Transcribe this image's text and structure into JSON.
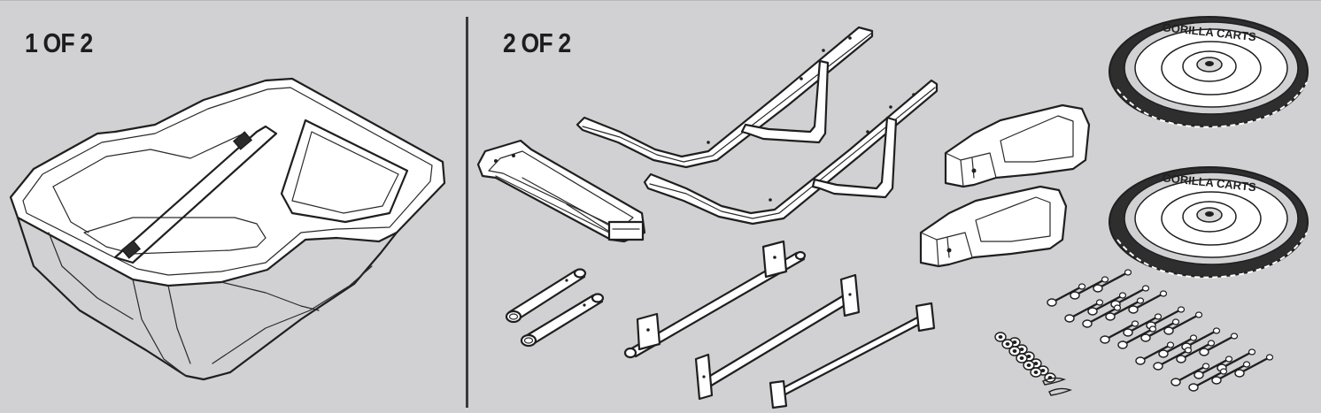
{
  "panels": [
    {
      "label": "1 OF 2"
    },
    {
      "label": "2 OF 2"
    }
  ],
  "tires": [
    {
      "brand_text": "GORILLA CARTS"
    },
    {
      "brand_text": "GORILLA CARTS"
    }
  ],
  "colors": {
    "background": "#d1d1d3",
    "line": "#1f1f1f",
    "divider": "#3a3a3c"
  }
}
